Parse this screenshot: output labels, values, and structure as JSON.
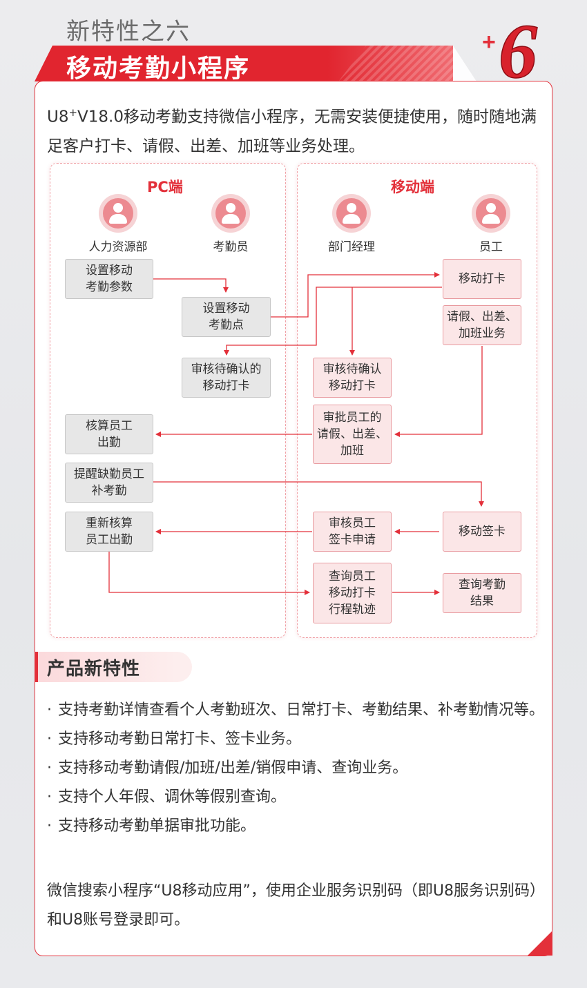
{
  "header": {
    "kicker": "新特性之六",
    "title": "移动考勤小程序",
    "badge_plus": "+",
    "badge_number": "6"
  },
  "intro": {
    "prefix": "U8",
    "sup": "+",
    "text": "V18.0移动考勤支持微信小程序，无需安装便捷使用，随时随地满足客户打卡、请假、出差、加班等业务处理。"
  },
  "diagram": {
    "pc": {
      "title": "PC端",
      "roles": [
        "人力资源部",
        "考勤员"
      ],
      "boxes": {
        "set_params": "设置移动\n考勤参数",
        "set_points": "设置移动\n考勤点",
        "review_pending": "审核待确认的\n移动打卡",
        "calc_attendance": "核算员工\n出勤",
        "remind": "提醒缺勤员工\n补考勤",
        "recalc": "重新核算\n员工出勤"
      }
    },
    "mobile": {
      "title": "移动端",
      "roles": [
        "部门经理",
        "员工"
      ],
      "boxes": {
        "clock_in": "移动打卡",
        "leave": "请假、出差、\n加班业务",
        "review_clock": "审核待确认\n移动打卡",
        "approve_leave": "审批员工的\n请假、出差、\n加班",
        "review_sign": "审核员工\n签卡申请",
        "sign_card": "移动签卡",
        "query_track": "查询员工\n移动打卡\n行程轨迹",
        "query_result": "查询考勤\n结果"
      }
    }
  },
  "section": {
    "title": "产品新特性"
  },
  "features": [
    "支持考勤详情查看个人考勤班次、日常打卡、考勤结果、补考勤情况等。",
    "支持移动考勤日常打卡、签卡业务。",
    "支持移动考勤请假/加班/出差/销假申请、查询业务。",
    "支持个人年假、调休等假别查询。",
    "支持移动考勤单据审批功能。"
  ],
  "footer": "微信搜索小程序“U8移动应用”，使用企业服务识别码（即U8服务识别码）和U8账号登录即可。",
  "colors": {
    "accent": "#e3303a",
    "pink_box": "#fbe6e7",
    "gray_box": "#e7e7e7"
  }
}
